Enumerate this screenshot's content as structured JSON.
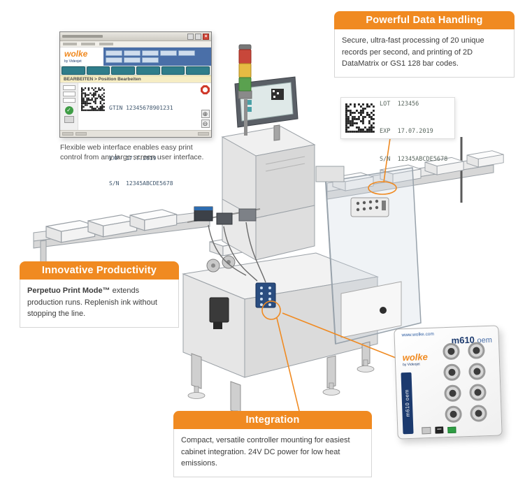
{
  "colors": {
    "accent": "#F08A21",
    "navy": "#1C3A6E"
  },
  "callouts": {
    "data_handling": {
      "title": "Powerful Data Handling",
      "body": "Secure, ultra-fast processing of 20 unique records per second, and printing of 2D DataMatrix or GS1 128 bar codes."
    },
    "productivity": {
      "title": "Innovative Productivity",
      "body_bold": "Perpetuo Print Mode™",
      "body_rest": " extends production runs.  Replenish ink without stopping the line."
    },
    "integration": {
      "title": "Integration",
      "body": "Compact, versatile controller mounting for easiest cabinet integration. 24V DC power for low heat emissions."
    }
  },
  "label_sample": {
    "lines": [
      "GTIN 12345678901231",
      "LOT  123456",
      "EXP  17.07.2019",
      "S/N  12345ABCDE5678"
    ]
  },
  "software_window": {
    "logo": "wolke",
    "logo_sub": "by Videojet",
    "breadcrumb": "BEARBEITEN > Position Bearbeiten",
    "label_lines": [
      "GTIN 12345678901231",
      "LOT  123456",
      "EXP  17.7.2019",
      "S/N  12345ABCDE5678"
    ],
    "caption": "Flexible web interface enables easy print control from any large screen user interface.",
    "icons": {
      "close": "×",
      "check": "✓",
      "zoom_in": "⊕",
      "zoom_out": "⊖"
    }
  },
  "controller": {
    "url": "www.wolke.com",
    "model": "m610",
    "model_suffix": "oem",
    "logo": "wolke",
    "logo_sub": "by Videojet",
    "side_label": "m610 oem"
  }
}
